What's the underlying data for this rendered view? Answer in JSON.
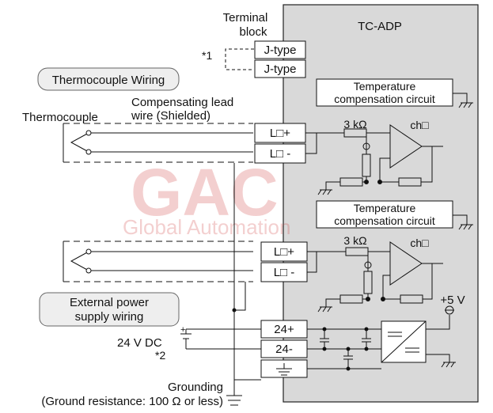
{
  "watermark": {
    "brand": "GAC",
    "subtitle": "Global Automation"
  },
  "labels": {
    "terminal_block_line1": "Terminal",
    "terminal_block_line2": "block",
    "tc_adp": "TC-ADP",
    "note1": "*1",
    "jtype_1": "J-type",
    "jtype_2": "J-type",
    "thermocouple_wiring": "Thermocouple Wiring",
    "thermocouple": "Thermocouple",
    "comp_lead_line1": "Compensating lead",
    "comp_lead_line2": "wire (Shielded)",
    "temp_comp_1_line1": "Temperature",
    "temp_comp_1_line2": "compensation circuit",
    "temp_comp_2_line1": "Temperature",
    "temp_comp_2_line2": "compensation circuit",
    "resistor_1": "3 kΩ",
    "resistor_2": "3 kΩ",
    "ch_1": "ch□",
    "ch_2": "ch□",
    "terminal_lplus_1": "L□+",
    "terminal_lminus_1": "L□ -",
    "terminal_lplus_2": "L□+",
    "terminal_lminus_2": "L□ -",
    "external_power_line1": "External power",
    "external_power_line2": "supply wiring",
    "plus_5v": "+5 V",
    "terminal_24plus": "24+",
    "terminal_24minus": "24-",
    "supply_24vdc": "24 V DC",
    "note2": "*2",
    "grounding_line1": "Grounding",
    "grounding_line2": "(Ground resistance: 100 Ω or less)"
  }
}
